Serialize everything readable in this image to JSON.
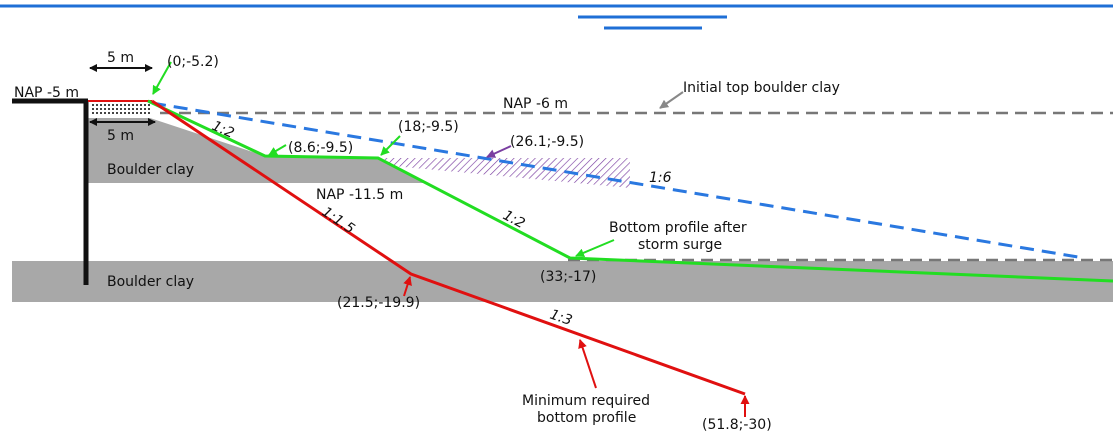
{
  "colors": {
    "water": "#1f6fd6",
    "profile_after_storm": "#22dd22",
    "minimum_profile": "#e01010",
    "initial_top": "#777777",
    "boulder_clay": "#a8a8a8",
    "dashed_slope": "#2a78e0",
    "hatch": "#7a3ea1",
    "structure": "#111111"
  },
  "labels": {
    "nap_minus_5": "NAP -5 m",
    "nap_minus_6": "NAP -6 m",
    "nap_minus_11_5": "NAP -11.5 m",
    "initial_top_boulder_clay": "Initial top boulder clay",
    "boulder_clay_upper": "Boulder clay",
    "boulder_clay_lower": "Boulder clay",
    "bottom_profile_after_line1": "Bottom profile after",
    "bottom_profile_after_line2": "storm surge",
    "minimum_required_line1": "Minimum required",
    "minimum_required_line2": "bottom profile",
    "dim_top": "5 m",
    "dim_bottom": "5 m"
  },
  "slopes": {
    "green_upper": "1:2",
    "green_lower": "1:2",
    "red_upper": "1:1.5",
    "red_lower": "1:3",
    "blue_dashed": "1:6"
  },
  "points": {
    "p0": "(0;-5.2)",
    "p8_6": "(8.6;-9.5)",
    "p18": "(18;-9.5)",
    "p26_1": "(26.1;-9.5)",
    "p33": "(33;-17)",
    "p21_5": "(21.5;-19.9)",
    "p51_8": "(51.8;-30)"
  }
}
